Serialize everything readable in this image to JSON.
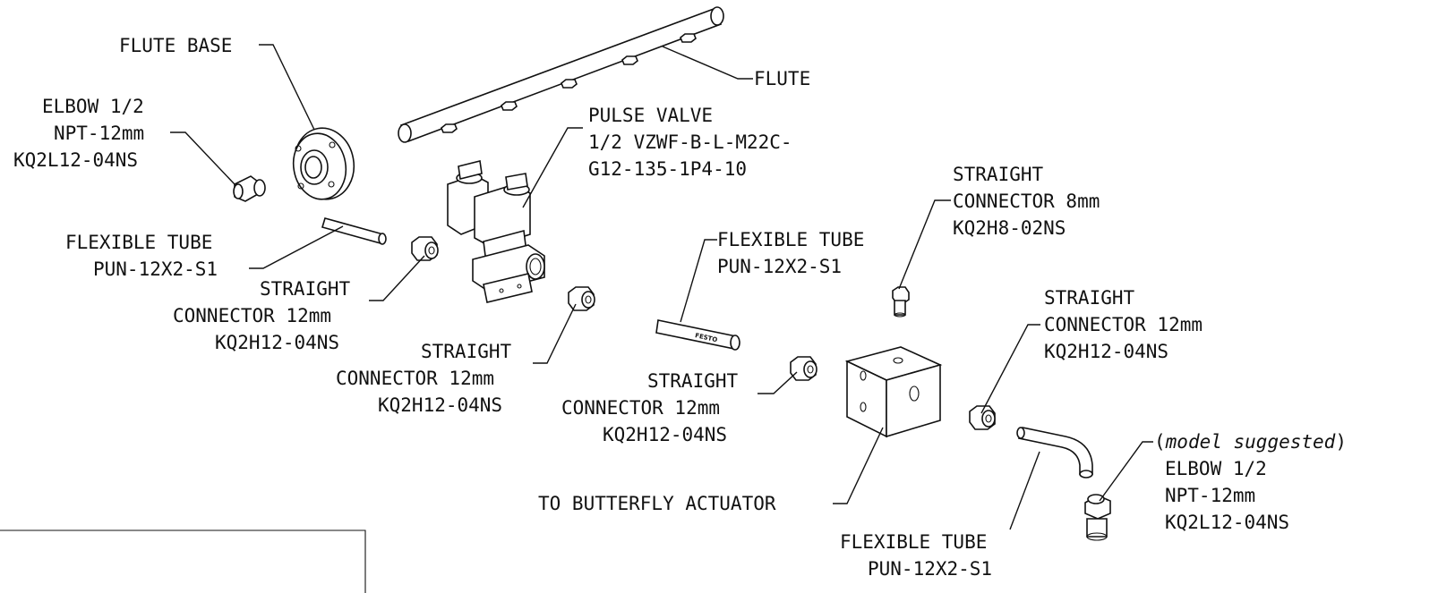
{
  "labels": {
    "flute_base": "FLUTE BASE",
    "flute": "FLUTE",
    "elbow_left": [
      "ELBOW 1/2",
      "NPT-12mm",
      "KQ2L12-04NS"
    ],
    "pulse_valve": [
      "PULSE VALVE",
      "1/2 VZWF-B-L-M22C-",
      "G12-135-1P4-10"
    ],
    "flexible_tube_1": [
      "FLEXIBLE TUBE",
      "PUN-12X2-S1"
    ],
    "straight_connector_1": [
      "STRAIGHT",
      "CONNECTOR 12mm",
      "KQ2H12-04NS"
    ],
    "straight_connector_2": [
      "STRAIGHT",
      "CONNECTOR 12mm",
      "KQ2H12-04NS"
    ],
    "flexible_tube_2": [
      "FLEXIBLE TUBE",
      "PUN-12X2-S1"
    ],
    "straight_connector_8mm": [
      "STRAIGHT",
      "CONNECTOR 8mm",
      "KQ2H8-02NS"
    ],
    "straight_connector_3": [
      "STRAIGHT",
      "CONNECTOR 12mm",
      "KQ2H12-04NS"
    ],
    "straight_connector_4": [
      "STRAIGHT",
      "CONNECTOR 12mm",
      "KQ2H12-04NS"
    ],
    "butterfly_actuator": "TO BUTTERFLY ACTUATOR",
    "elbow_right": {
      "open_paren": "(",
      "note": "model suggested",
      "close_paren": ")",
      "lines": [
        "ELBOW 1/2",
        "NPT-12mm",
        "KQ2L12-04NS"
      ]
    },
    "flexible_tube_3": [
      "FLEXIBLE TUBE",
      "PUN-12X2-S1"
    ]
  },
  "tube_marking": "FESTO"
}
